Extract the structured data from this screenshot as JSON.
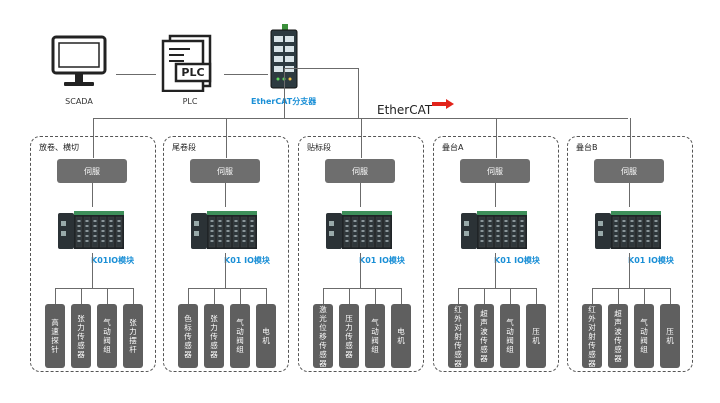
{
  "top": {
    "scada_label": "SCADA",
    "plc_label": "PLC",
    "plc_icon_text": "PLC",
    "switch_label": "EtherCAT分支器",
    "ethercat_logo": "EtherCAT"
  },
  "groups": [
    {
      "title": "放卷、横切",
      "servo": "伺服",
      "module": "K01IO模块",
      "devices": [
        "高速探针",
        "张力传感器",
        "气动阀组",
        "张力摆杆"
      ]
    },
    {
      "title": "尾卷段",
      "servo": "伺服",
      "module": "K01 IO模块",
      "devices": [
        "色标传感器",
        "张力传感器",
        "气动阀组",
        "电机"
      ]
    },
    {
      "title": "贴标段",
      "servo": "伺服",
      "module": "K01 IO模块",
      "devices": [
        "激光位移传感器",
        "压力传感器",
        "气动阀组",
        "电机"
      ]
    },
    {
      "title": "叠台A",
      "servo": "伺服",
      "module": "K01 IO模块",
      "devices": [
        "红外对射传感器",
        "超声波传感器",
        "气动阀组",
        "压机"
      ]
    },
    {
      "title": "叠台B",
      "servo": "伺服",
      "module": "K01 IO模块",
      "devices": [
        "红外对射传感器",
        "超声波传感器",
        "气动阀组",
        "压机"
      ]
    }
  ],
  "colors": {
    "accent": "#1a8fd6",
    "box_fill": "#5f5f5f",
    "servo_fill": "#6e6e6e",
    "ethercat_red": "#e2231a"
  }
}
